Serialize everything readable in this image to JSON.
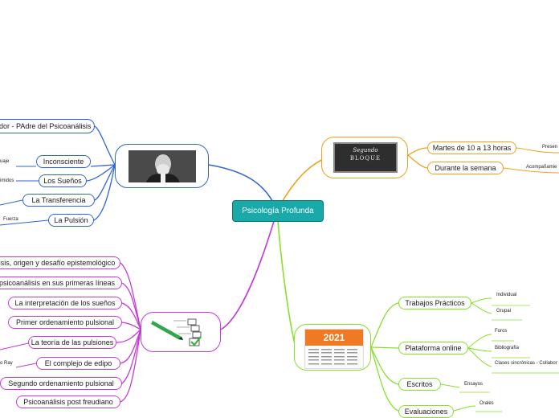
{
  "root": {
    "label": "Psicología Profunda"
  },
  "freud_branch": {
    "image": "freud-portrait",
    "items": [
      {
        "label": "dor - PAdre del Psicoanálisis"
      },
      {
        "label": "Inconsciente",
        "leaf": "uaje"
      },
      {
        "label": "Los Sueños",
        "leaf": "imidos"
      },
      {
        "label": "La Transferencia"
      },
      {
        "label": "La Pulsión",
        "leaf": "Fuerza"
      }
    ]
  },
  "topics_branch": {
    "image": "checklist-icon",
    "items": [
      {
        "label": "lisis, origen y desafío epistemológico"
      },
      {
        "label": "psicoanálisis en sus primeras líneas"
      },
      {
        "label": "La interpretación de los sueños"
      },
      {
        "label": "Primer ordenamiento pulsional"
      },
      {
        "label": "La teoría de las pulsiones"
      },
      {
        "label": "El complejo de edipo",
        "leaf": "o Ray"
      },
      {
        "label": "Segundo ordenamiento pulsional"
      },
      {
        "label": "Psicoanálisis post freudiano"
      }
    ]
  },
  "schedule_branch": {
    "image_text": [
      "Segundo",
      "BLOQUE"
    ],
    "items": [
      {
        "label": "Martes de 10 a 13 horas",
        "leaf": "Presen"
      },
      {
        "label": "Durante la semana",
        "leaf": "Acompañamie"
      }
    ]
  },
  "evaluation_branch": {
    "image_text": "2021",
    "items": [
      {
        "label": "Trabajos Prácticos",
        "leaves": [
          "Individual",
          "Grupal"
        ]
      },
      {
        "label": "Plataforma online",
        "leaves": [
          "Foros",
          "Bibliografía",
          "Clases sincrónicas - Collabor"
        ]
      },
      {
        "label": "Escritos",
        "leaves": [
          "Ensayos"
        ]
      },
      {
        "label": "Evaluaciones",
        "leaves": [
          "Orales"
        ]
      }
    ]
  },
  "colors": {
    "blue": "#2f63d6",
    "purple": "#c43ad9",
    "orange": "#f0a01e",
    "green": "#86e02c",
    "root": "#1aa9a9"
  }
}
